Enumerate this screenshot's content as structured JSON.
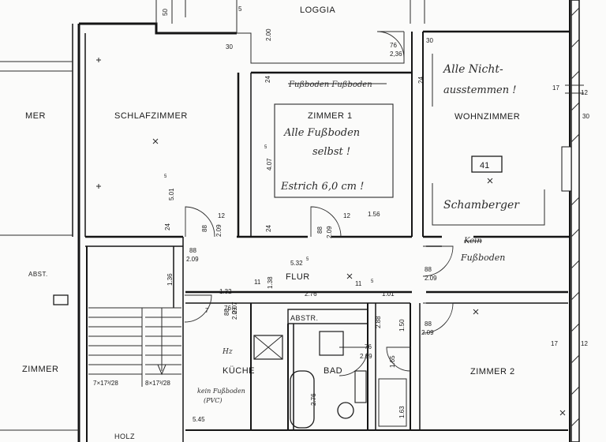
{
  "rooms": {
    "loggia": "LOGGIA",
    "schlafzimmer": "SCHLAFZIMMER",
    "zimmer1": "ZIMMER 1",
    "wohnzimmer": "WOHNZIMMER",
    "flur": "FLUR",
    "kueche": "KÜCHE",
    "bad": "BAD",
    "abstr": "ABSTR.",
    "zimmer2": "ZIMMER 2",
    "mer": "MER",
    "zimmer_left": "ZIMMER",
    "abst": "ABST.",
    "holz": "HOLZ"
  },
  "unit_number": "41",
  "name_label": "Schamberger",
  "notes": {
    "wohn_line1": "Alle Nicht-",
    "wohn_line2": "ausstemmen !",
    "z1_line1": "Alle Fußboden",
    "z1_line2": "selbst !",
    "z1_line3": "Estrich 6,0 cm !",
    "z1_strike": "Fußboden Fußboden",
    "z2_strike": "Kein",
    "z2_sub": "Fußboden",
    "kueche_note1": "kein Fußboden",
    "kueche_note2": "(PVC)",
    "kueche_mark": "Hz"
  },
  "dimensions": {
    "d_2_00": "2.00",
    "d_30a": "30",
    "d_30b": "30",
    "d_50": "50",
    "d_76a": "76",
    "d_236": "2,36",
    "d_24a": "24",
    "d_24b": "24",
    "d_24c": "24",
    "d_24d": "24",
    "d_407": "4.07",
    "d_407_sup": "5",
    "d_501": "5.01",
    "d_501_sup": "5",
    "d_156": "1.56",
    "d_125a": "12",
    "d_125b": "12",
    "d_885a": "88",
    "d_209a": "2.09",
    "d_885b": "88",
    "d_209b": "2.09",
    "d_885c": "88",
    "d_209c": "2.09",
    "d_885d": "88",
    "d_209d": "2.09",
    "d_885e": "88",
    "d_209e": "2.09",
    "d_885f": "88",
    "d_209f": "2.09",
    "d_532": "5.32",
    "d_532_sup": "5",
    "d_136": "1.36",
    "d_138": "1.38",
    "d_132": "1.32",
    "d_115a": "11",
    "d_115b": "11",
    "d_276a": "2.76",
    "d_101": "1.01",
    "d_76b": "76",
    "d_207": "2.07",
    "d_288": "2.88",
    "d_150": "1.50",
    "d_76c": "76",
    "d_209g": "2.09",
    "d_175a": "17",
    "d_175b": "17",
    "d_125c": "12",
    "d_125d": "12",
    "d_30c": "30",
    "d_stair1": "7×17³/28",
    "d_stair2": "8×17³/28",
    "d_276b": "2.76",
    "d_163": "1.63",
    "d_165": "1.65",
    "d_545": "5.45",
    "d_5": "5",
    "d_7": "7",
    "d_sup5": "5"
  }
}
